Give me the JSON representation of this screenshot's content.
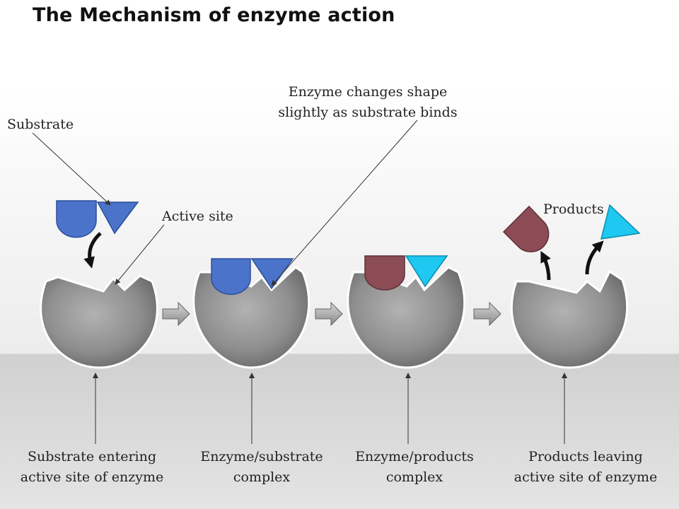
{
  "title": "The Mechanism of enzyme action",
  "labels": {
    "substrate": "Substrate",
    "active_site": "Active site",
    "shape_change_line1": "Enzyme changes shape",
    "shape_change_line2": "slightly as substrate binds",
    "products": "Products"
  },
  "captions": [
    {
      "line1": "Substrate entering",
      "line2": "active site of enzyme"
    },
    {
      "line1": "Enzyme/substrate",
      "line2": "complex"
    },
    {
      "line1": "Enzyme/products",
      "line2": "complex"
    },
    {
      "line1": "Products leaving",
      "line2": "active site of enzyme"
    }
  ],
  "colors": {
    "substrate_blue": "#4a73c9",
    "product_maroon": "#8b4c55",
    "product_cyan": "#1ec8f0",
    "enzyme_gray": "#8f8f8f"
  }
}
